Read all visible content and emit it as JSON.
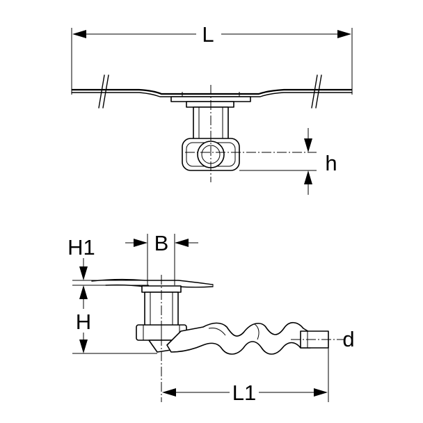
{
  "labels": {
    "length": "L",
    "outlet_height": "h",
    "grate_height": "H1",
    "body_height": "H",
    "body_width": "B",
    "outlet_length": "L1",
    "outlet_diameter": "d"
  }
}
